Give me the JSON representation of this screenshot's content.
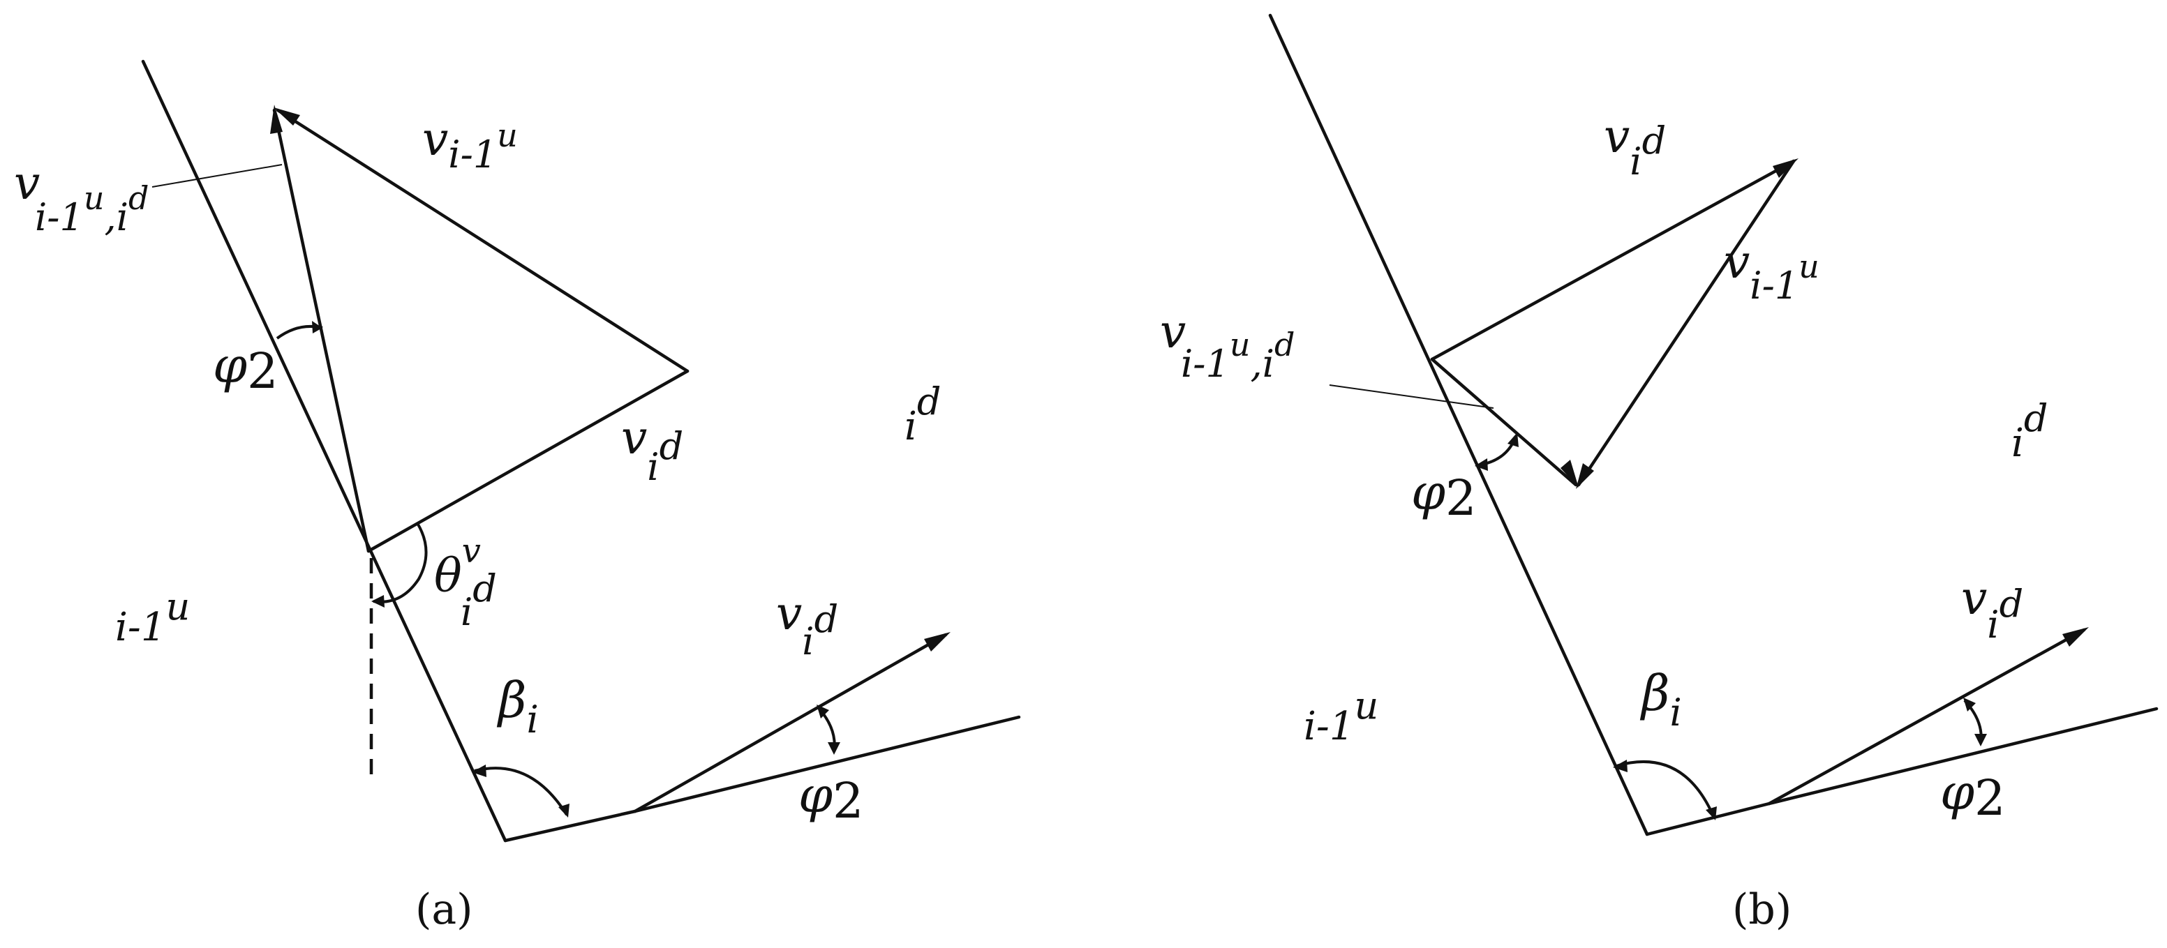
{
  "figure": {
    "panel_a": {
      "caption": "(a)",
      "labels": {
        "v_prev_top": {
          "v": "v",
          "sub": "i-1",
          "sup": "u"
        },
        "v_rel": {
          "v": "v",
          "sub1": "i-1",
          "sup1": "u",
          "comma": ",",
          "sub2": "i",
          "sup2": "d"
        },
        "phi_upper": {
          "phi": "φ",
          "sub": "2"
        },
        "v_id_triangle": {
          "v": "v",
          "sub": "i",
          "sup": "d"
        },
        "region_id": {
          "base": "i",
          "sup": "d"
        },
        "region_prev": {
          "base": "i-1",
          "sup": "u"
        },
        "theta": {
          "theta": "θ",
          "sup": "v",
          "sub": "i",
          "subsup": "d"
        },
        "beta": {
          "beta": "β",
          "sub": "i"
        },
        "v_id_lower": {
          "v": "v",
          "sub": "i",
          "sup": "d"
        },
        "phi_lower": {
          "phi": "φ",
          "sub": "2"
        }
      }
    },
    "panel_b": {
      "caption": "(b)",
      "labels": {
        "v_id_top": {
          "v": "v",
          "sub": "i",
          "sup": "d"
        },
        "v_prev_right": {
          "v": "v",
          "sub": "i-1",
          "sup": "u"
        },
        "v_rel": {
          "v": "v",
          "sub1": "i-1",
          "sup1": "u",
          "comma": ",",
          "sub2": "i",
          "sup2": "d"
        },
        "phi_upper": {
          "phi": "φ",
          "sub": "2"
        },
        "region_id": {
          "base": "i",
          "sup": "d"
        },
        "region_prev": {
          "base": "i-1",
          "sup": "u"
        },
        "beta": {
          "beta": "β",
          "sub": "i"
        },
        "v_id_lower": {
          "v": "v",
          "sub": "i",
          "sup": "d"
        },
        "phi_lower": {
          "phi": "φ",
          "sub": "2"
        }
      }
    }
  }
}
